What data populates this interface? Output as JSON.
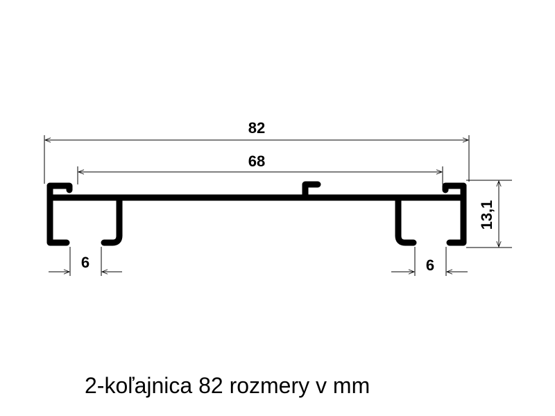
{
  "dimensions": {
    "overall_width": "82",
    "inner_width": "68",
    "height": "13,1",
    "left_slot_gap": "6",
    "right_slot_gap": "6"
  },
  "caption": "2-koľajnica 82 rozmery v mm",
  "colors": {
    "line": "#000000",
    "background": "#ffffff"
  }
}
